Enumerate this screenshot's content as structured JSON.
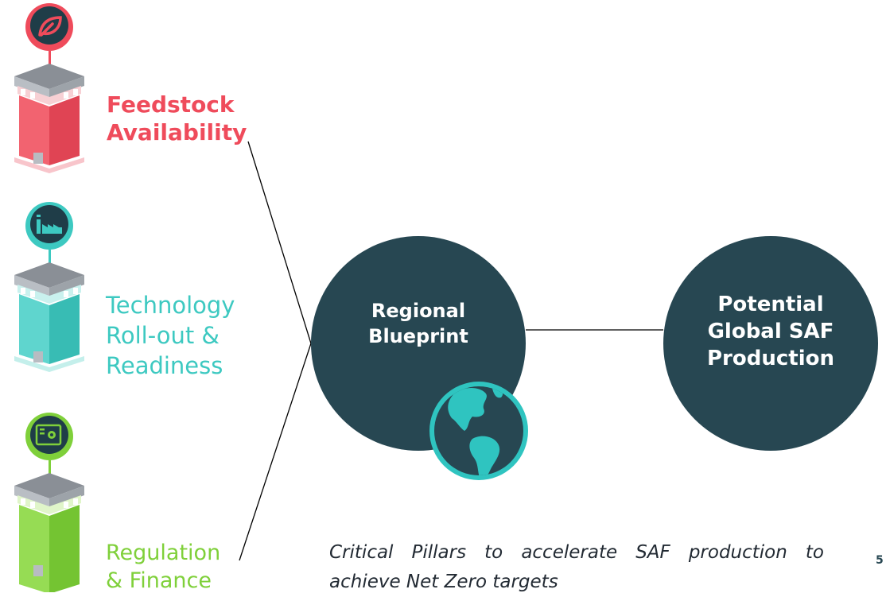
{
  "pillars": [
    {
      "label": "Feedstock\nAvailability",
      "color": "#ef4b5b",
      "icon": "leaf-icon"
    },
    {
      "label": "Technology\nRoll-out &\nReadiness",
      "color": "#3dc9c1",
      "icon": "factory-icon"
    },
    {
      "label": "Regulation\n& Finance",
      "color": "#7fd03a",
      "icon": "gear-document-icon"
    }
  ],
  "regional_blueprint": {
    "label": "Regional\nBlueprint",
    "icon": "globe-icon"
  },
  "global_production": {
    "label": "Potential\nGlobal SAF\nProduction"
  },
  "caption": "Critical Pillars to accelerate SAF production to achieve Net Zero targets",
  "page_number": "5",
  "colors": {
    "circle": "#274752",
    "globe": "#2fc4c0",
    "caption": "#222a33"
  }
}
